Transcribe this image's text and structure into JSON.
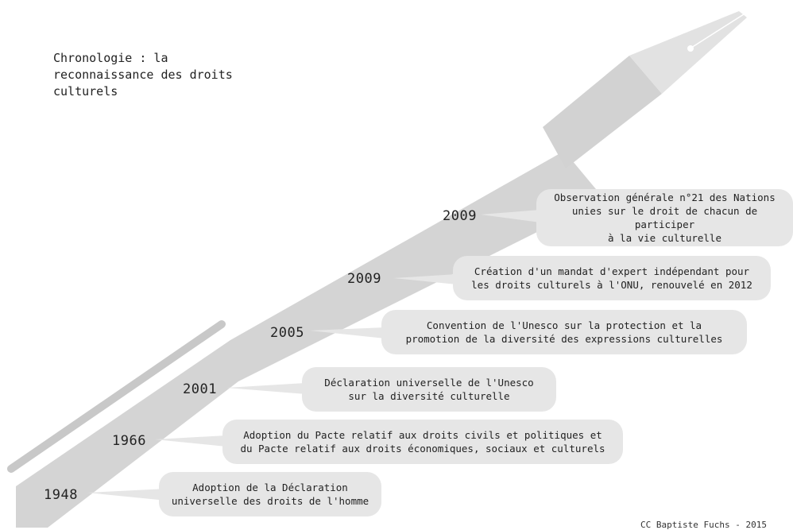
{
  "title": "Chronologie : la\nreconnaissance des droits\nculturels",
  "credit": "CC Baptiste Fuchs - 2015",
  "colors": {
    "pen_body": "#d4d4d4",
    "pen_dark": "#cdcdcd",
    "nib": "#e2e2e2",
    "bubble": "#e6e6e6",
    "text": "#222222"
  },
  "events": [
    {
      "year": "1948",
      "text": "Adoption de la Déclaration\nuniverselle des droits de l'homme"
    },
    {
      "year": "1966",
      "text": "Adoption du Pacte relatif aux droits civils et politiques et\ndu Pacte relatif aux droits économiques, sociaux et culturels"
    },
    {
      "year": "2001",
      "text": "Déclaration universelle de l'Unesco\nsur la diversité culturelle"
    },
    {
      "year": "2005",
      "text": "Convention de l'Unesco sur la protection et la\npromotion de la diversité des expressions culturelles"
    },
    {
      "year": "2009",
      "text": "Création d'un mandat d'expert indépendant pour\nles droits culturels à l'ONU, renouvelé en 2012"
    },
    {
      "year": "2009",
      "text": "Observation générale n°21 des Nations\nunies sur le droit de chacun de participer\nà la vie culturelle"
    }
  ]
}
